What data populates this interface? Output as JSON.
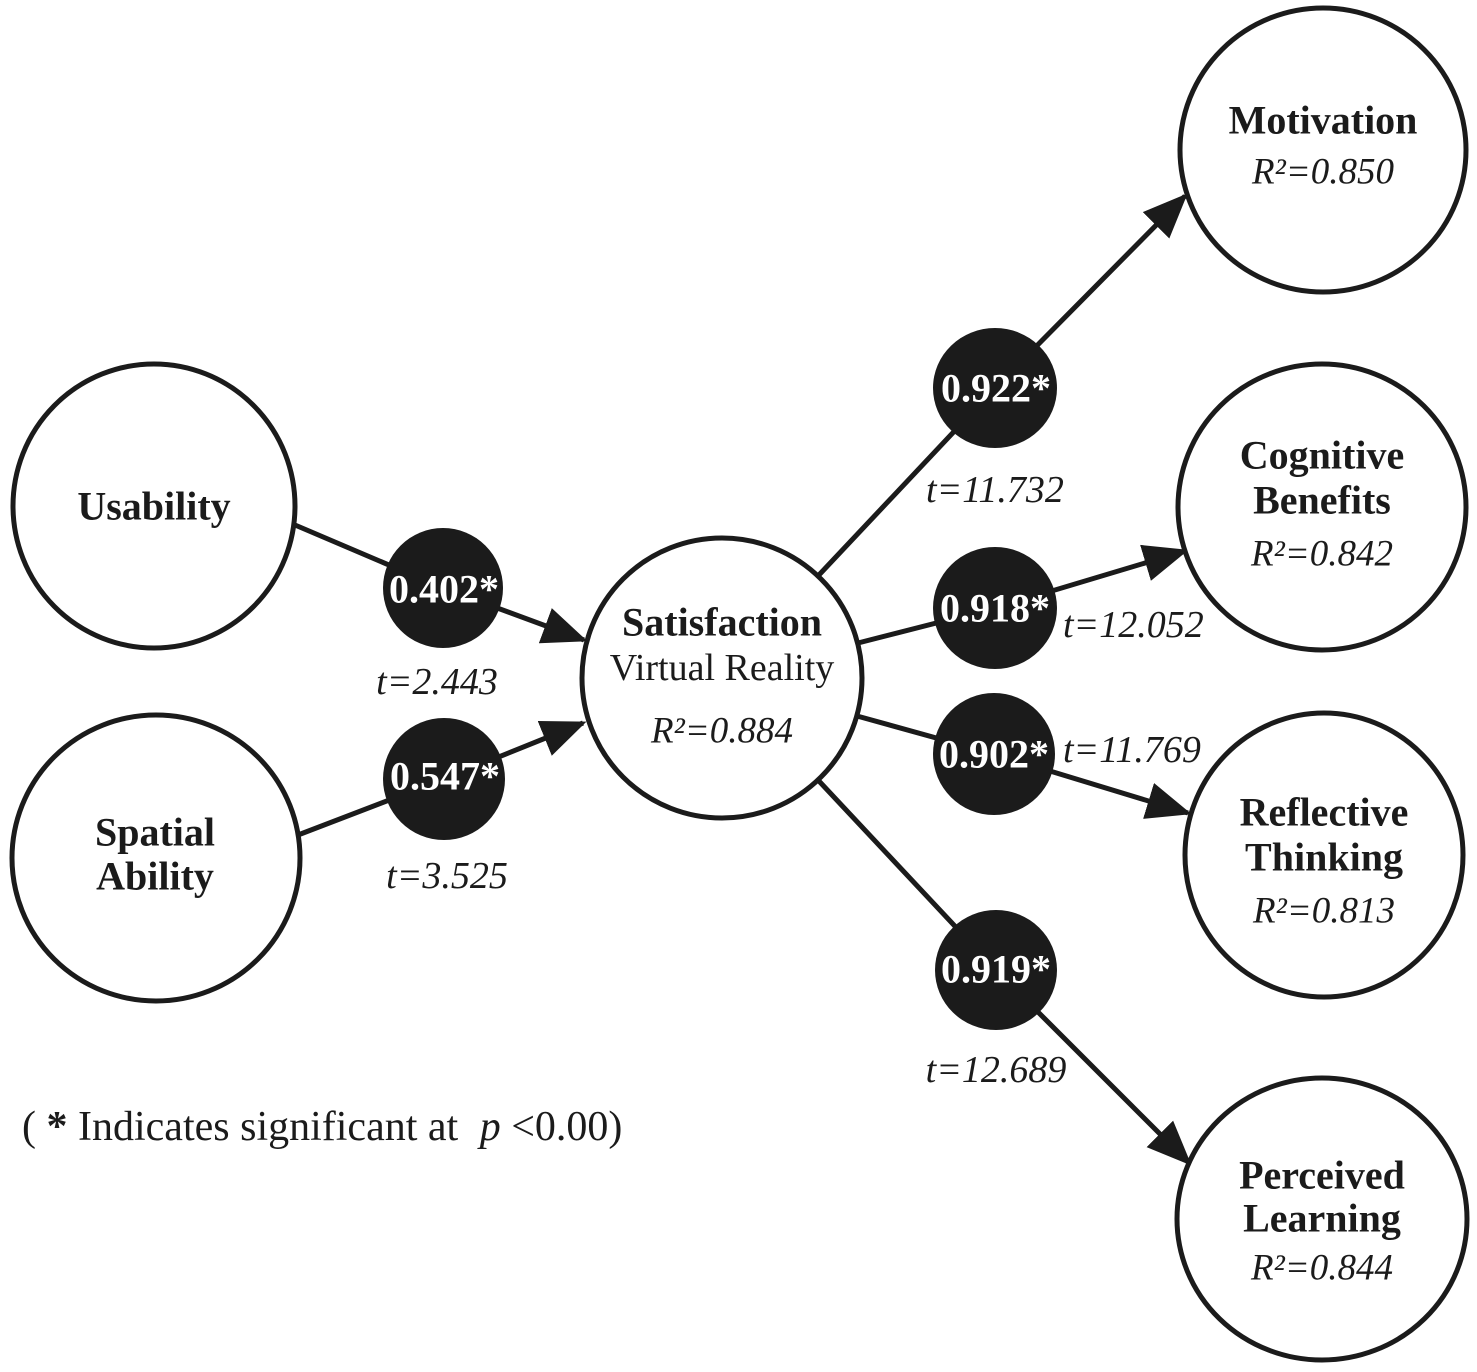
{
  "colors": {
    "ink": "#1b1b1b",
    "paper": "#ffffff",
    "coef_text": "#ffffff"
  },
  "nodes": {
    "usability": {
      "label": "Usability"
    },
    "spatial_ability": {
      "line1": "Spatial",
      "line2": "Ability"
    },
    "satisfaction": {
      "title": "Satisfaction",
      "subtitle": "Virtual Reality",
      "r2": "R²=0.884"
    },
    "motivation": {
      "label": "Motivation",
      "r2": "R²=0.850"
    },
    "cognitive_benefits": {
      "line1": "Cognitive",
      "line2": "Benefits",
      "r2": "R²=0.842"
    },
    "reflective_thinking": {
      "line1": "Reflective",
      "line2": "Thinking",
      "r2": "R²=0.813"
    },
    "perceived_learning": {
      "line1": "Perceived",
      "line2": "Learning",
      "r2": "R²=0.844"
    }
  },
  "paths": {
    "usability_to_satisfaction": {
      "coefficient": "0.402*",
      "t_value": "t=2.443"
    },
    "spatial_to_satisfaction": {
      "coefficient": "0.547*",
      "t_value": "t=3.525"
    },
    "satisfaction_to_motivation": {
      "coefficient": "0.922*",
      "t_value": "t=11.732"
    },
    "satisfaction_to_cognitive": {
      "coefficient": "0.918*",
      "t_value": "t=12.052"
    },
    "satisfaction_to_reflective": {
      "coefficient": "0.902*",
      "t_value": "t=11.769"
    },
    "satisfaction_to_perceived": {
      "coefficient": "0.919*",
      "t_value": "t=12.689"
    }
  },
  "footnote": {
    "open_paren": "(",
    "asterisk": "*",
    "body": "Indicates significant at",
    "p_symbol": "p",
    "close": "<0.00)"
  }
}
